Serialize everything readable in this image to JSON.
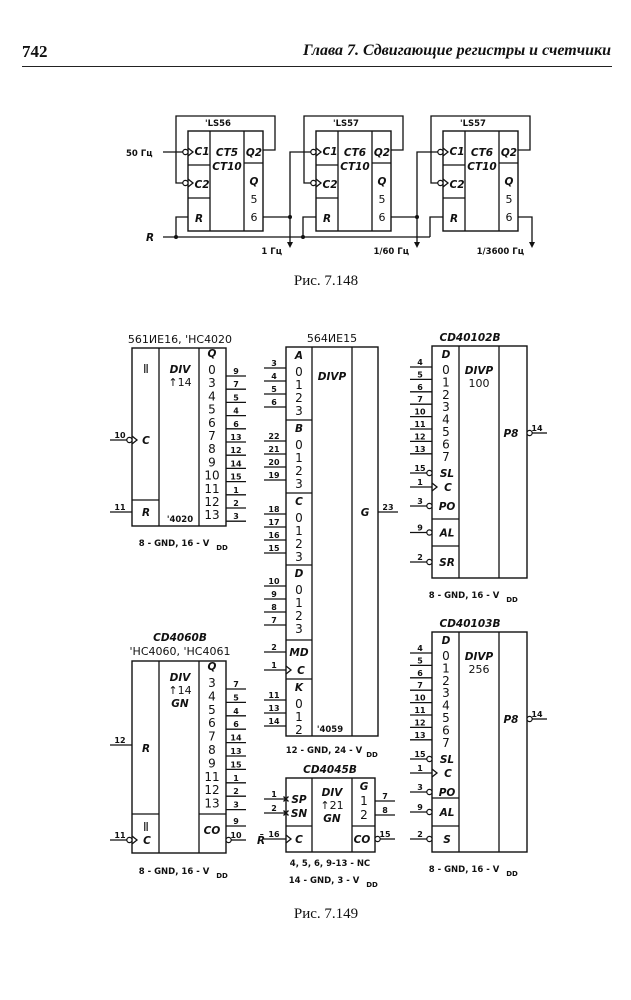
{
  "header": {
    "page_number": "742",
    "chapter_title": "Глава 7.  Сдвигающие регистры и счетчики"
  },
  "fig148": {
    "caption": "Рис. 7.148",
    "input_label": "50 Гц",
    "reset_label": "R",
    "outputs": [
      "1 Гц",
      "1/60 Гц",
      "1/3600 Гц"
    ],
    "chips": [
      {
        "part": "'LS56",
        "c1": "C1",
        "c2": "C2",
        "r": "R",
        "fn1": "CT5",
        "fn2": "CT10",
        "q2": "Q2",
        "q": "Q",
        "q5": "5",
        "q6": "6"
      },
      {
        "part": "'LS57",
        "c1": "C1",
        "c2": "C2",
        "r": "R",
        "fn1": "CT6",
        "fn2": "CT10",
        "q2": "Q2",
        "q": "Q",
        "q5": "5",
        "q6": "6"
      },
      {
        "part": "'LS57",
        "c1": "C1",
        "c2": "C2",
        "r": "R",
        "fn1": "CT6",
        "fn2": "CT10",
        "q2": "Q2",
        "q": "Q",
        "q5": "5",
        "q6": "6"
      }
    ]
  },
  "fig149": {
    "caption": "Рис. 7.149",
    "ie16": {
      "title": "561ИЕ16, 'HC4020",
      "sym": "Ⅱ",
      "fn": [
        "DIV",
        "↑14"
      ],
      "q": "Q",
      "outputs": [
        {
          "l": "0",
          "p": "9"
        },
        {
          "l": "3",
          "p": "7"
        },
        {
          "l": "4",
          "p": "5"
        },
        {
          "l": "5",
          "p": "4"
        },
        {
          "l": "6",
          "p": "6"
        },
        {
          "l": "7",
          "p": "13"
        },
        {
          "l": "8",
          "p": "12"
        },
        {
          "l": "9",
          "p": "14"
        },
        {
          "l": "10",
          "p": "15"
        },
        {
          "l": "11",
          "p": "1"
        },
        {
          "l": "12",
          "p": "2"
        },
        {
          "l": "13",
          "p": "3"
        }
      ],
      "c": {
        "l": "C",
        "p": "10"
      },
      "r": {
        "l": "R",
        "p": "11"
      },
      "mark": "'4020",
      "footer": "8 - GND, 16 - V",
      "footer_sub": "DD"
    },
    "ie15": {
      "title": "564ИЕ15",
      "fn": "DIVP",
      "g": "G",
      "g_pin": "23",
      "groups": [
        {
          "h": "A",
          "rows": [
            {
              "l": "0",
              "p": "3"
            },
            {
              "l": "1",
              "p": "4"
            },
            {
              "l": "2",
              "p": "5"
            },
            {
              "l": "3",
              "p": "6"
            }
          ]
        },
        {
          "h": "B",
          "rows": [
            {
              "l": "0",
              "p": "22"
            },
            {
              "l": "1",
              "p": "21"
            },
            {
              "l": "2",
              "p": "20"
            },
            {
              "l": "3",
              "p": "19"
            }
          ]
        },
        {
          "h": "C",
          "rows": [
            {
              "l": "0",
              "p": "18"
            },
            {
              "l": "1",
              "p": "17"
            },
            {
              "l": "2",
              "p": "16"
            },
            {
              "l": "3",
              "p": "15"
            }
          ]
        },
        {
          "h": "D",
          "rows": [
            {
              "l": "0",
              "p": "10"
            },
            {
              "l": "1",
              "p": "9"
            },
            {
              "l": "2",
              "p": "8"
            },
            {
              "l": "3",
              "p": "7"
            }
          ]
        }
      ],
      "md": {
        "l": "MD",
        "p": "2"
      },
      "c": {
        "l": "C",
        "p": "1"
      },
      "k": {
        "h": "K",
        "rows": [
          {
            "l": "0",
            "p": "11"
          },
          {
            "l": "1",
            "p": "13"
          },
          {
            "l": "2",
            "p": "14"
          }
        ]
      },
      "mark": "'4059",
      "footer": "12 - GND, 24 - V",
      "footer_sub": "DD"
    },
    "cd40102": {
      "title": "CD40102B",
      "fn": [
        "DIVP",
        "100"
      ],
      "d": "D",
      "digits": [
        {
          "l": "0",
          "p": "4"
        },
        {
          "l": "1",
          "p": "5"
        },
        {
          "l": "2",
          "p": "6"
        },
        {
          "l": "3",
          "p": "7"
        },
        {
          "l": "4",
          "p": "10"
        },
        {
          "l": "5",
          "p": "11"
        },
        {
          "l": "6",
          "p": "12"
        },
        {
          "l": "7",
          "p": "13"
        }
      ],
      "sl": {
        "l": "SL",
        "p": "15"
      },
      "c": {
        "l": "C",
        "p": "1"
      },
      "po": {
        "l": "PO",
        "p": "3"
      },
      "al": {
        "l": "AL",
        "p": "9"
      },
      "s": {
        "l": "SR",
        "p": "2"
      },
      "out": {
        "l": "P8",
        "p": "14"
      },
      "footer": "8 - GND, 16 - V",
      "footer_sub": "DD"
    },
    "cd40103": {
      "title": "CD40103B",
      "fn": [
        "DIVP",
        "256"
      ],
      "d": "D",
      "digits": [
        {
          "l": "0",
          "p": "4"
        },
        {
          "l": "1",
          "p": "5"
        },
        {
          "l": "2",
          "p": "6"
        },
        {
          "l": "3",
          "p": "7"
        },
        {
          "l": "4",
          "p": "10"
        },
        {
          "l": "5",
          "p": "11"
        },
        {
          "l": "6",
          "p": "12"
        },
        {
          "l": "7",
          "p": "13"
        }
      ],
      "sl": {
        "l": "SL",
        "p": "15"
      },
      "c": {
        "l": "C",
        "p": "1"
      },
      "po": {
        "l": "PO",
        "p": "3"
      },
      "al": {
        "l": "AL",
        "p": "9"
      },
      "s": {
        "l": "S",
        "p": "2"
      },
      "out": {
        "l": "P8",
        "p": "14"
      },
      "footer": "8 - GND, 16 - V",
      "footer_sub": "DD"
    },
    "cd4060": {
      "title": "CD4060B",
      "title2": "'HC4060, 'HC4061",
      "fn": [
        "DIV",
        "↑14",
        "GN"
      ],
      "q": "Q",
      "outputs": [
        {
          "l": "3",
          "p": "7"
        },
        {
          "l": "4",
          "p": "5"
        },
        {
          "l": "5",
          "p": "4"
        },
        {
          "l": "6",
          "p": "6"
        },
        {
          "l": "7",
          "p": "14"
        },
        {
          "l": "8",
          "p": "13"
        },
        {
          "l": "9",
          "p": "15"
        },
        {
          "l": "11",
          "p": "1"
        },
        {
          "l": "12",
          "p": "2"
        },
        {
          "l": "13",
          "p": "3"
        }
      ],
      "r": {
        "l": "R",
        "p": "12"
      },
      "sym": "Ⅱ",
      "c": {
        "l": "C",
        "p": "11"
      },
      "co": {
        "l": "CO",
        "p1": "9",
        "p2": "10"
      },
      "footer": "8 - GND, 16 - V",
      "footer_sub": "DD"
    },
    "cd4045": {
      "title": "CD4045B",
      "fn": [
        "DIV",
        "↑21",
        "GN"
      ],
      "sp": {
        "l": "SP",
        "p": "1"
      },
      "sn": {
        "l": "SN",
        "p": "2"
      },
      "c": {
        "l": "C",
        "p": "16"
      },
      "c_ext": "R̄",
      "g": "G",
      "g1": {
        "l": "1",
        "p": "7"
      },
      "g2": {
        "l": "2",
        "p": "8"
      },
      "co": {
        "l": "CO",
        "p": "15"
      },
      "footer1": "4, 5, 6, 9-13 - NC",
      "footer2": "14 - GND, 3 - V",
      "footer_sub": "DD"
    }
  }
}
